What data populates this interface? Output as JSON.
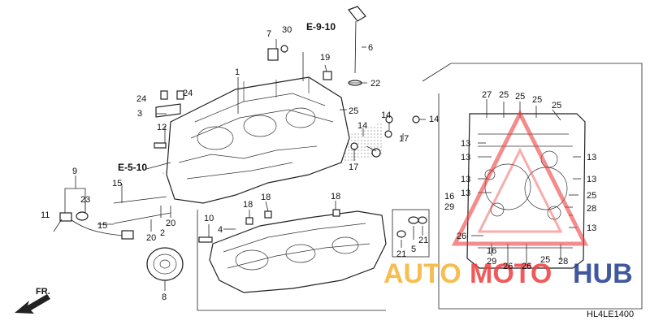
{
  "diagram": {
    "code": "HL4LE1400",
    "front_label": "FR.",
    "watermark": {
      "text_a": "AUTO",
      "text_b": "MOTO",
      "text_c": "HUB",
      "color_a": "#f5b335",
      "color_b": "#ef3e3e",
      "color_c": "#1f3c8f"
    },
    "refs": [
      "E-9-10",
      "E-5-10"
    ],
    "part_labels": [
      "1",
      "2",
      "3",
      "4",
      "5",
      "6",
      "7",
      "8",
      "9",
      "10",
      "11",
      "12",
      "13",
      "14",
      "15",
      "16",
      "17",
      "18",
      "19",
      "20",
      "21",
      "22",
      "23",
      "24",
      "25",
      "26",
      "27",
      "28",
      "29",
      "30"
    ]
  },
  "callouts": {
    "c1": "1",
    "c2": "2",
    "c3": "3",
    "c4": "4",
    "c5": "5",
    "c6": "6",
    "c7": "7",
    "c8": "8",
    "c9": "9",
    "c10": "10",
    "c11": "11",
    "c12": "12",
    "c14a": "14",
    "c14b": "14",
    "c14c": "14",
    "c15a": "15",
    "c15b": "15",
    "c17a": "17",
    "c17b": "17",
    "c18a": "18",
    "c18b": "18",
    "c18c": "18",
    "c19": "19",
    "c20a": "20",
    "c20b": "20",
    "c21a": "21",
    "c21b": "21",
    "c22": "22",
    "c23": "23",
    "c24a": "24",
    "c24b": "24",
    "c25a": "25",
    "c30": "30",
    "r13a": "13",
    "r13b": "13",
    "r13c": "13",
    "r13d": "13",
    "r13e": "13",
    "r13f": "13",
    "r13g": "13",
    "r16a": "16",
    "r16b": "16",
    "r25a": "25",
    "r25b": "25",
    "r25c": "25",
    "r25d": "25",
    "r25e": "25",
    "r25f": "25",
    "r26a": "26",
    "r26b": "26",
    "r26c": "26",
    "r27": "27",
    "r28a": "28",
    "r28b": "28",
    "r29a": "29",
    "r29b": "29"
  }
}
